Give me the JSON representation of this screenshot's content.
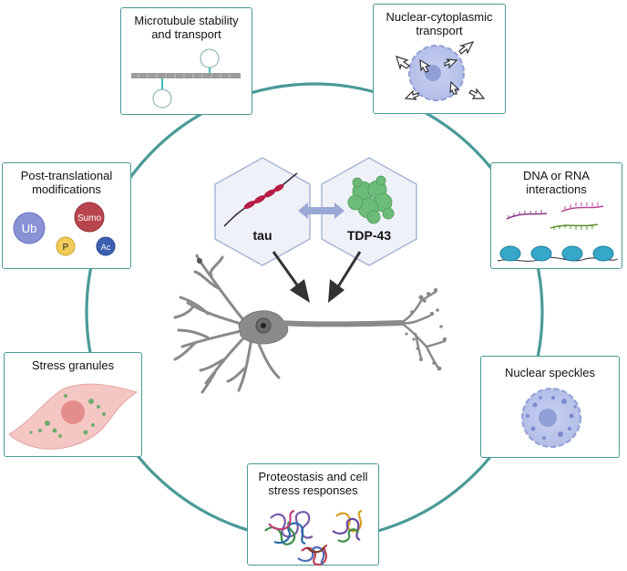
{
  "center": {
    "proteins": [
      {
        "label": "tau"
      },
      {
        "label": "TDP-43"
      }
    ]
  },
  "panels": {
    "microtubule": {
      "line1": "Microtubule stability",
      "line2": "and transport"
    },
    "nuclear_transport": {
      "line1": "Nuclear-cytoplasmic",
      "line2": "transport"
    },
    "ptm": {
      "line1": "Post-translational",
      "line2": "modifications",
      "badges": {
        "ub": "Ub",
        "sumo": "Sumo",
        "p": "P",
        "ac": "Ac"
      }
    },
    "dna_rna": {
      "line1": "DNA or RNA",
      "line2": "interactions"
    },
    "stress_granules": {
      "title": "Stress granules"
    },
    "nuclear_speckles": {
      "title": "Nuclear speckles"
    },
    "proteostasis": {
      "line1": "Proteostasis and cell",
      "line2": "stress responses"
    }
  },
  "colors": {
    "ring": "#4a9a97",
    "tau": "#b51e45",
    "tdp43": "#6dbb78",
    "hexagon_fill": "#eef1f8",
    "hexagon_stroke": "#a9b7d6",
    "neuron": "#8a8a8a",
    "nucleus": "#8f9fd6"
  }
}
